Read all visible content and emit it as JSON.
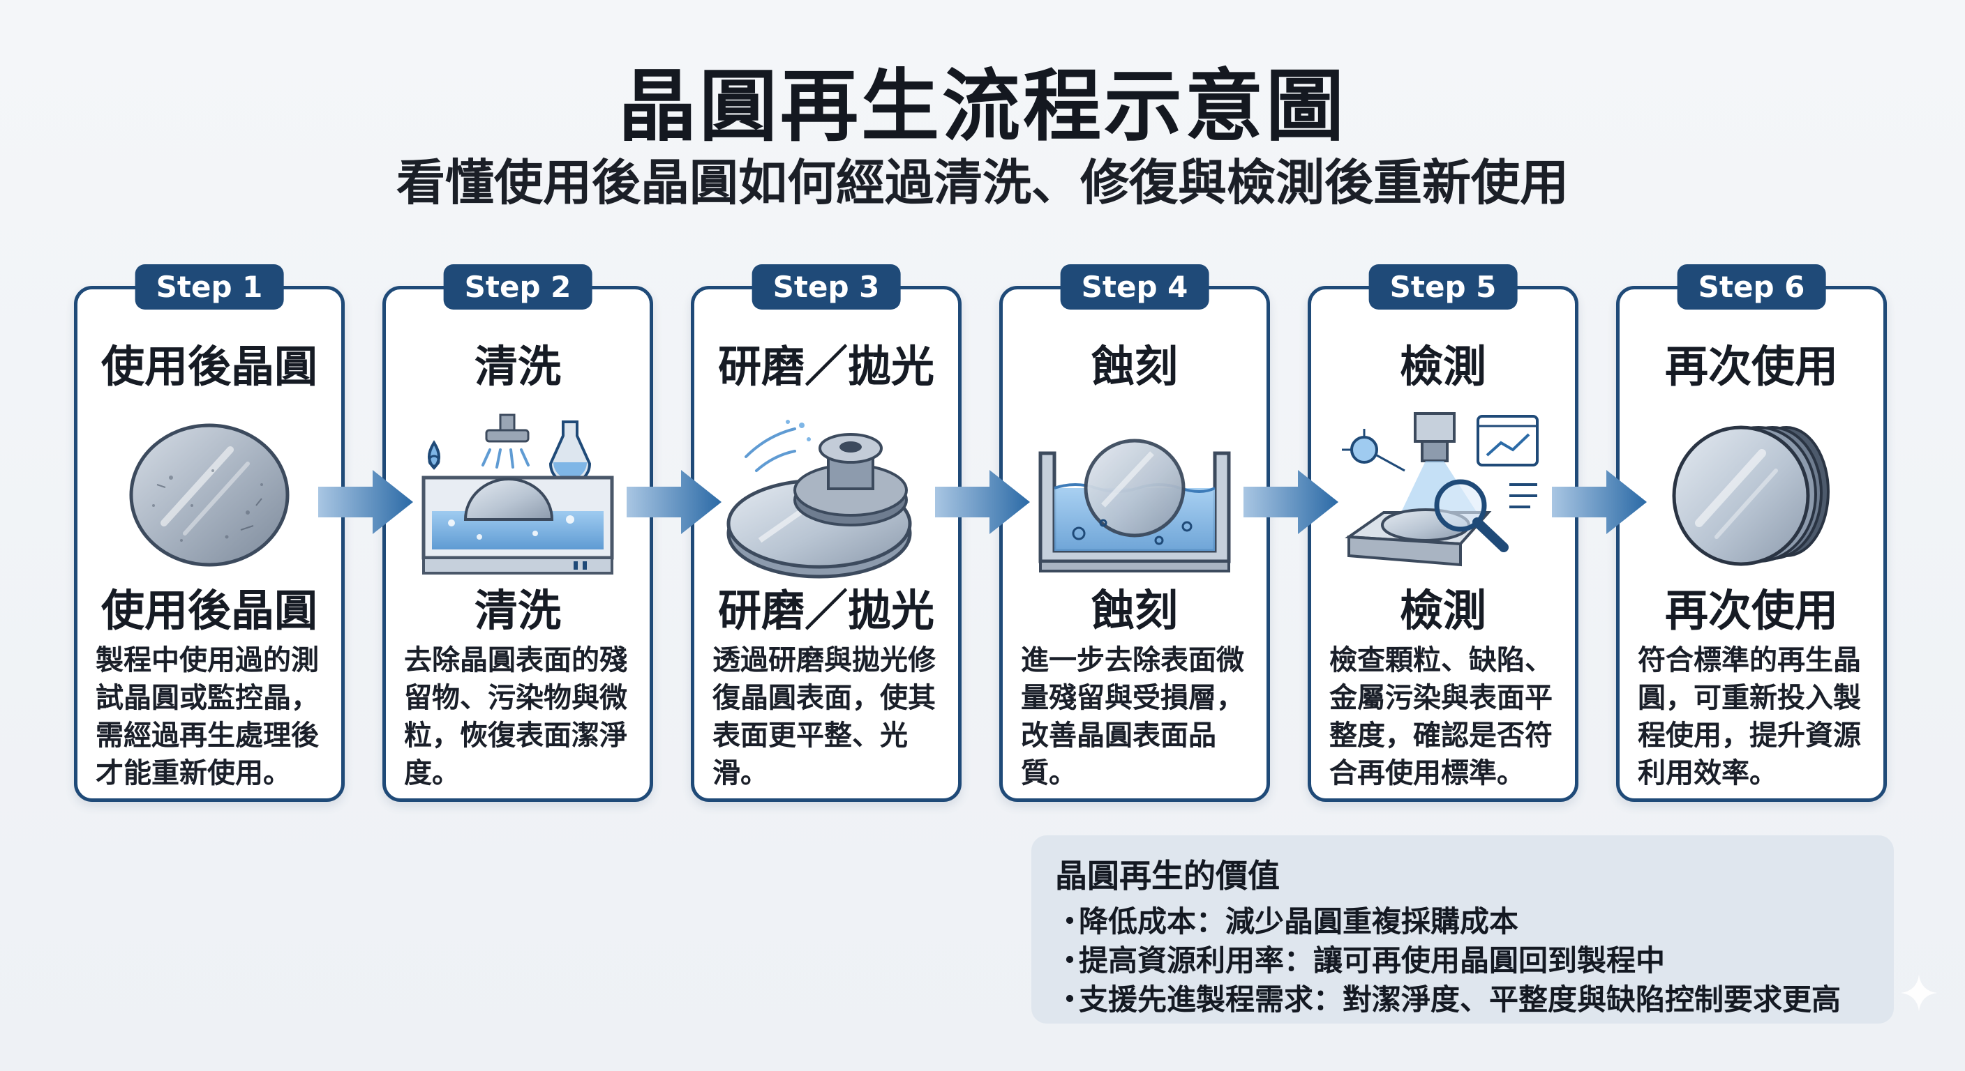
{
  "header": {
    "title": "晶圓再生流程示意圖",
    "subtitle": "看懂使用後晶圓如何經過清洗、修復與檢測後重新使用"
  },
  "steps": [
    {
      "badge": "Step 1",
      "title": "使用後晶圓",
      "heading": "使用後晶圓",
      "desc": "製程中使用過的測試晶圓或監控晶，需經過再生處理後才能重新使用。",
      "icon": "used-wafer-icon"
    },
    {
      "badge": "Step 2",
      "title": "清洗",
      "heading": "清洗",
      "desc": "去除晶圓表面的殘留物、污染物與微粒，恢復表面潔淨度。",
      "icon": "cleaning-tank-icon"
    },
    {
      "badge": "Step 3",
      "title": "研磨／拋光",
      "heading": "研磨／拋光",
      "desc": "透過研磨與拋光修復晶圓表面，使其表面更平整、光滑。",
      "icon": "polishing-pad-icon"
    },
    {
      "badge": "Step 4",
      "title": "蝕刻",
      "heading": "蝕刻",
      "desc": "進一步去除表面微量殘留與受損層，改善晶圓表面品質。",
      "icon": "etching-bath-icon"
    },
    {
      "badge": "Step 5",
      "title": "檢測",
      "heading": "檢測",
      "desc": "檢查顆粒、缺陷、金屬污染與表面平整度，確認是否符合再使用標準。",
      "icon": "inspection-icon"
    },
    {
      "badge": "Step 6",
      "title": "再次使用",
      "heading": "再次使用",
      "desc": "符合標準的再生晶圓，可重新投入製程使用，提升資源利用效率。",
      "icon": "wafer-stack-icon"
    }
  ],
  "value_box": {
    "title": "晶圓再生的價值",
    "bullet": "・",
    "items": [
      "降低成本：減少晶圓重複採購成本",
      "提高資源利用率：讓可再使用晶圓回到製程中",
      "支援先進製程需求：對潔淨度、平整度與缺陷控制要求更高"
    ]
  },
  "colors": {
    "accent": "#1f4a78",
    "arrow": "#2b6aa6",
    "water": "#7fb6e6"
  }
}
